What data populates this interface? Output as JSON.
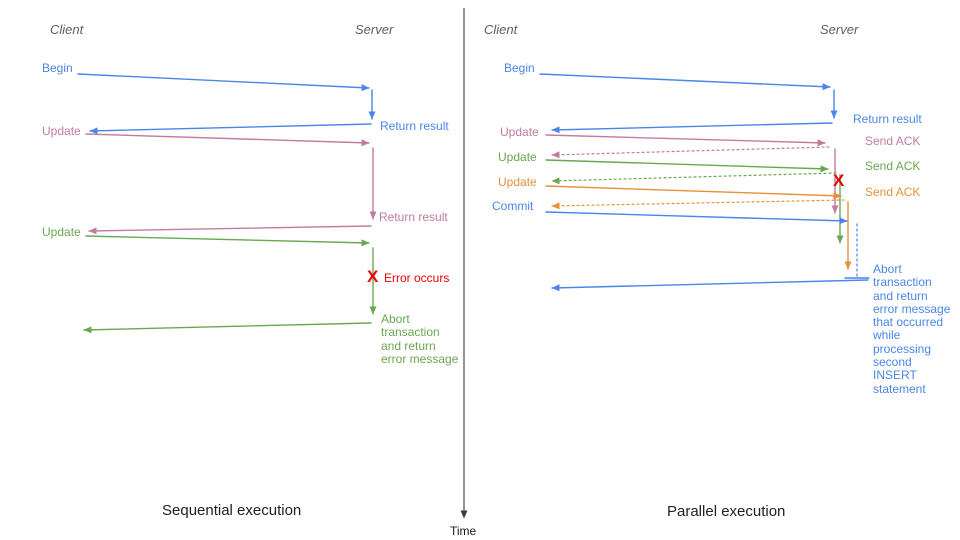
{
  "colors": {
    "blue": "#4a86e8",
    "pink": "#c27ba0",
    "green": "#6aa84f",
    "orange": "#e69138",
    "red": "#ee0000",
    "axis": "#3c3c3c"
  },
  "axis": {
    "label": "Time"
  },
  "panels": {
    "left": {
      "title": "Sequential execution",
      "client": "Client",
      "server": "Server",
      "labels": {
        "begin": "Begin",
        "return1": "Return result",
        "update1": "Update",
        "return2": "Return result",
        "update2": "Update",
        "error_x": "X",
        "error": "Error occurs",
        "abort": "Abort\ntransaction\nand return\nerror message"
      }
    },
    "right": {
      "title": "Parallel execution",
      "client": "Client",
      "server": "Server",
      "labels": {
        "begin": "Begin",
        "return1": "Return result",
        "update1": "Update",
        "ack1": "Send ACK",
        "update2": "Update",
        "ack2": "Send ACK",
        "update3": "Update",
        "ack3": "Send ACK",
        "commit": "Commit",
        "error_x": "X",
        "abort": "Abort\ntransaction\nand return\nerror message\nthat occurred\nwhile\nprocessing\nsecond\nINSERT\nstatement"
      }
    }
  }
}
